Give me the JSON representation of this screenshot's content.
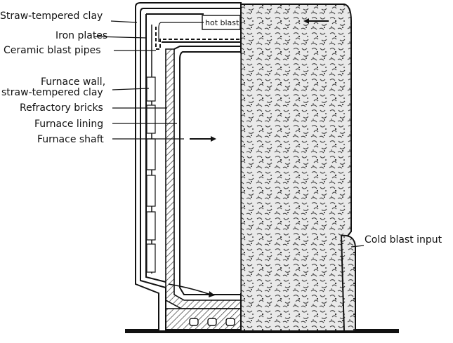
{
  "labels": {
    "straw_clay": "Straw-tempered clay",
    "iron_plates": "Iron plates",
    "ceramic_pipes": "Ceramic blast pipes",
    "furnace_wall_1": "Furnace wall,",
    "furnace_wall_2": "straw-tempered clay",
    "refractory": "Refractory bricks",
    "lining": "Furnace lining",
    "shaft": "Furnace shaft",
    "cold_blast": "Cold blast input",
    "hot_blast": "hot blast"
  },
  "colors": {
    "ink": "#111111",
    "paper": "#ffffff",
    "hatch": "#333333"
  },
  "icons": [
    "arrow-right-icon",
    "arrow-left-icon"
  ]
}
